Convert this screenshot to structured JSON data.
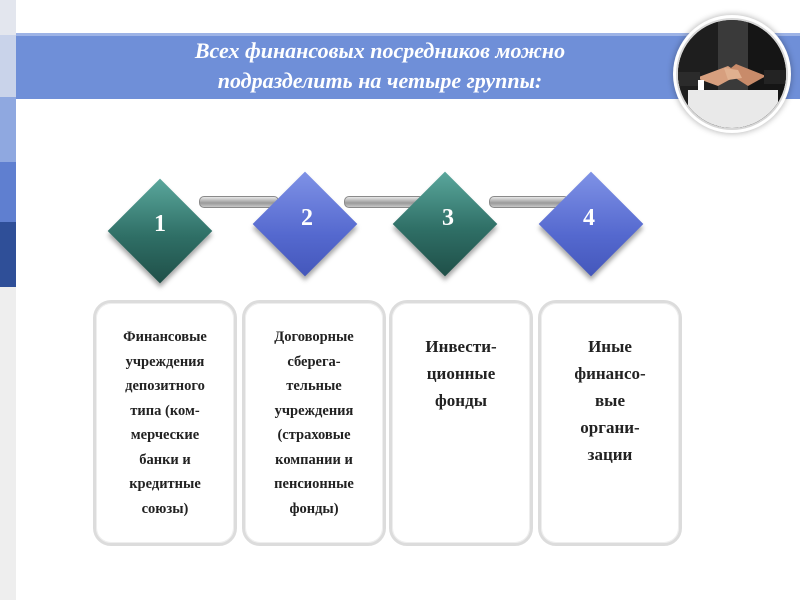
{
  "title": {
    "line1": "Всех финансовых посредников можно",
    "line2": "подразделить на четыре группы:"
  },
  "colors": {
    "banner": "#6f8fd8",
    "teal_diamond": "#2f6f66",
    "blue_diamond": "#5569cf"
  },
  "groups": [
    {
      "number": "1",
      "lines": [
        "Финансовые",
        "учреждения",
        "депозитного",
        "типа (ком-",
        "мерческие",
        "банки и",
        "кредитные",
        "союзы)"
      ]
    },
    {
      "number": "2",
      "lines": [
        "Договорные",
        "сберега-",
        "тельные",
        "учреждения",
        "(страховые",
        "компании и",
        "пенсионные",
        "фонды)"
      ]
    },
    {
      "number": "3",
      "lines": [
        "Инвести-",
        "ционные",
        "фонды"
      ]
    },
    {
      "number": "4",
      "lines": [
        "Иные",
        "финансо-",
        "вые",
        "органи-",
        "зации"
      ]
    }
  ]
}
